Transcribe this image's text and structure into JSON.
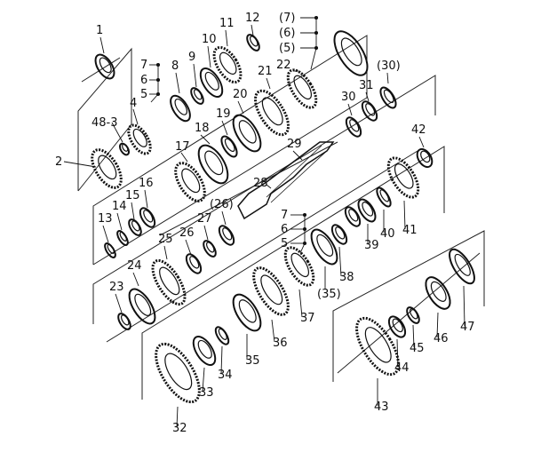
{
  "labels": [
    {
      "id": "l1",
      "text": "1"
    },
    {
      "id": "l2",
      "text": "2"
    },
    {
      "id": "l48_3",
      "text": "48-3"
    },
    {
      "id": "l4",
      "text": "4"
    },
    {
      "id": "l5a",
      "text": "5"
    },
    {
      "id": "l6a",
      "text": "6"
    },
    {
      "id": "l7a",
      "text": "7"
    },
    {
      "id": "l8",
      "text": "8"
    },
    {
      "id": "l9",
      "text": "9"
    },
    {
      "id": "l10",
      "text": "10"
    },
    {
      "id": "l11",
      "text": "11"
    },
    {
      "id": "l12",
      "text": "12"
    },
    {
      "id": "lp7",
      "text": "(7)"
    },
    {
      "id": "lp6",
      "text": "(6)"
    },
    {
      "id": "lp5",
      "text": "(5)"
    },
    {
      "id": "l22",
      "text": "22"
    },
    {
      "id": "l21",
      "text": "21"
    },
    {
      "id": "l20",
      "text": "20"
    },
    {
      "id": "l19",
      "text": "19"
    },
    {
      "id": "l18",
      "text": "18"
    },
    {
      "id": "l17",
      "text": "17"
    },
    {
      "id": "l16",
      "text": "16"
    },
    {
      "id": "l15",
      "text": "15"
    },
    {
      "id": "l14",
      "text": "14"
    },
    {
      "id": "l13",
      "text": "13"
    },
    {
      "id": "lp30",
      "text": "(30)"
    },
    {
      "id": "l30",
      "text": "30"
    },
    {
      "id": "l31",
      "text": "31"
    },
    {
      "id": "l29",
      "text": "29"
    },
    {
      "id": "l28",
      "text": "28"
    },
    {
      "id": "l42",
      "text": "42"
    },
    {
      "id": "lp26",
      "text": "(26)"
    },
    {
      "id": "l27",
      "text": "27"
    },
    {
      "id": "l26",
      "text": "26"
    },
    {
      "id": "l25",
      "text": "25"
    },
    {
      "id": "l24",
      "text": "24"
    },
    {
      "id": "l23",
      "text": "23"
    },
    {
      "id": "l7b",
      "text": "7"
    },
    {
      "id": "l6b",
      "text": "6"
    },
    {
      "id": "l5b",
      "text": "5"
    },
    {
      "id": "l41",
      "text": "41"
    },
    {
      "id": "l40",
      "text": "40"
    },
    {
      "id": "l39",
      "text": "39"
    },
    {
      "id": "l38",
      "text": "38"
    },
    {
      "id": "lp35",
      "text": "(35)"
    },
    {
      "id": "l37",
      "text": "37"
    },
    {
      "id": "l36",
      "text": "36"
    },
    {
      "id": "l35",
      "text": "35"
    },
    {
      "id": "l34",
      "text": "34"
    },
    {
      "id": "l33",
      "text": "33"
    },
    {
      "id": "l32",
      "text": "32"
    },
    {
      "id": "l47",
      "text": "47"
    },
    {
      "id": "l46",
      "text": "46"
    },
    {
      "id": "l45",
      "text": "45"
    },
    {
      "id": "l44",
      "text": "44"
    },
    {
      "id": "l43",
      "text": "43"
    }
  ],
  "style": {
    "line_color": "#111111",
    "background": "#ffffff"
  }
}
